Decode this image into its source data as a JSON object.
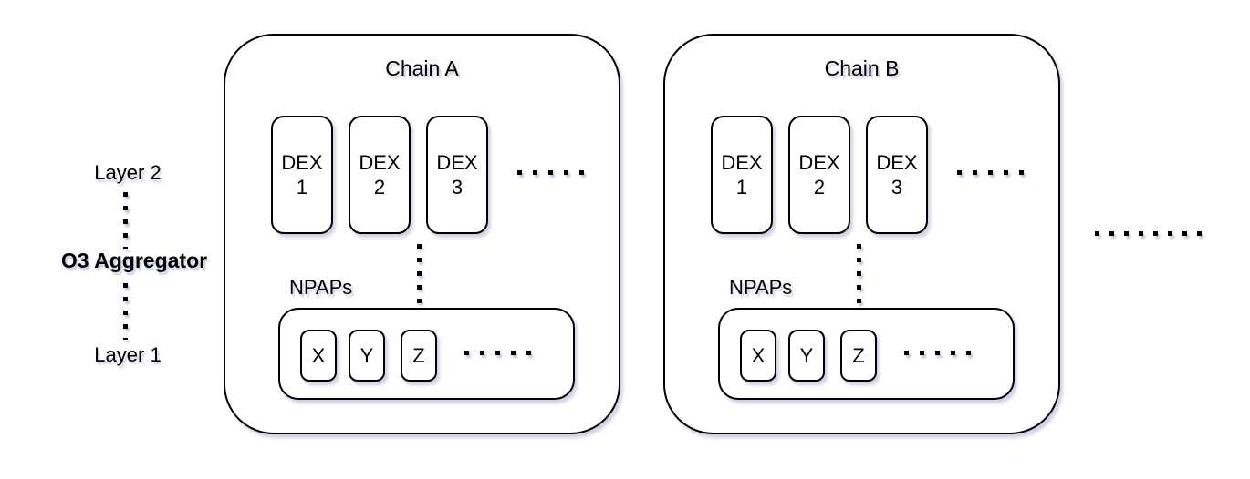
{
  "left_labels": {
    "layer2": "Layer 2",
    "aggregator": "O3 Aggregator",
    "layer1": "Layer 1"
  },
  "chains": [
    {
      "title": "Chain A",
      "dex": [
        {
          "line1": "DEX",
          "line2": "1"
        },
        {
          "line1": "DEX",
          "line2": "2"
        },
        {
          "line1": "DEX",
          "line2": "3"
        }
      ],
      "npaps_label": "NPAPs",
      "npaps": [
        "X",
        "Y",
        "Z"
      ]
    },
    {
      "title": "Chain B",
      "dex": [
        {
          "line1": "DEX",
          "line2": "1"
        },
        {
          "line1": "DEX",
          "line2": "2"
        },
        {
          "line1": "DEX",
          "line2": "3"
        }
      ],
      "npaps_label": "NPAPs",
      "npaps": [
        "X",
        "Y",
        "Z"
      ]
    }
  ],
  "colors": {
    "stroke": "#000000",
    "background": "#ffffff",
    "shadow": "#969dc8"
  }
}
